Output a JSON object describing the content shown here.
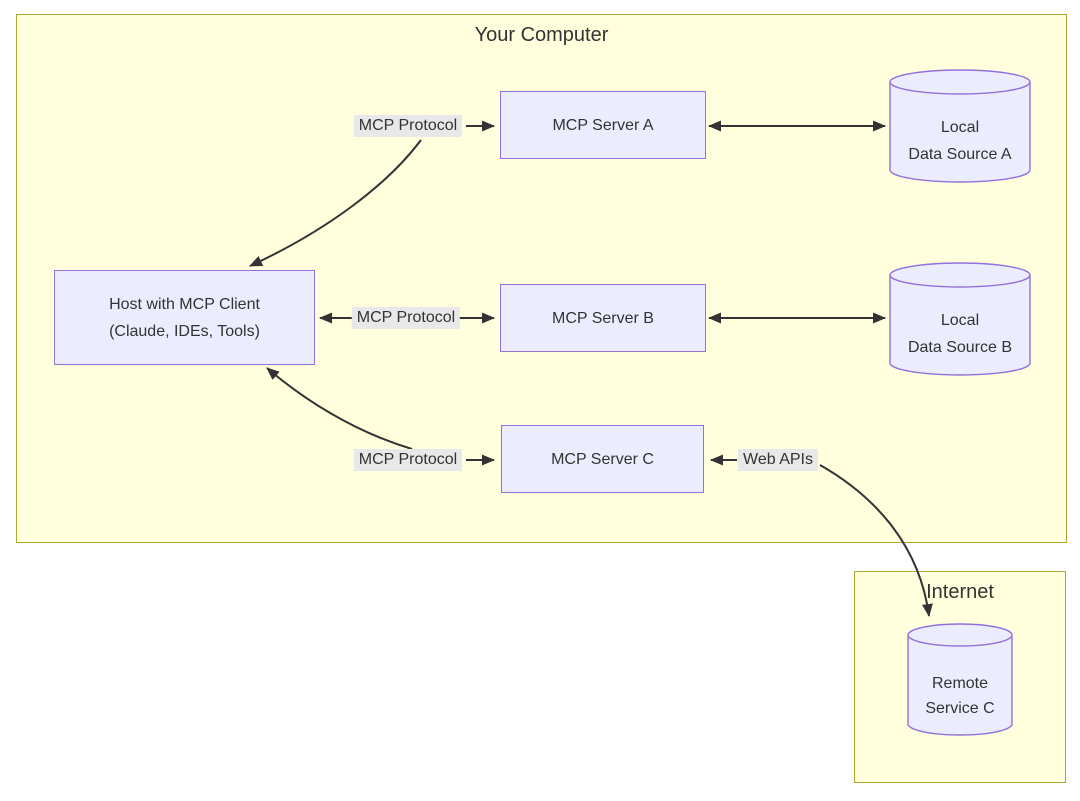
{
  "groups": {
    "your_computer": {
      "title": "Your Computer"
    },
    "internet": {
      "title": "Internet"
    }
  },
  "nodes": {
    "host": {
      "line1": "Host with MCP Client",
      "line2": "(Claude, IDEs, Tools)"
    },
    "server_a": {
      "label": "MCP Server A"
    },
    "server_b": {
      "label": "MCP Server B"
    },
    "server_c": {
      "label": "MCP Server C"
    },
    "data_source_a": {
      "line1": "Local",
      "line2": "Data Source A"
    },
    "data_source_b": {
      "line1": "Local",
      "line2": "Data Source B"
    },
    "remote_service_c": {
      "line1": "Remote",
      "line2": "Service C"
    }
  },
  "edge_labels": {
    "mcp_protocol_a": "MCP Protocol",
    "mcp_protocol_b": "MCP Protocol",
    "mcp_protocol_c": "MCP Protocol",
    "web_apis": "Web APIs"
  },
  "colors": {
    "group_fill": "#ffffde",
    "group_border": "#aaaa33",
    "node_fill": "#ececff",
    "node_border": "#9370db",
    "edge": "#333333",
    "label_bg": "#e8e8e8",
    "text": "#333333"
  }
}
